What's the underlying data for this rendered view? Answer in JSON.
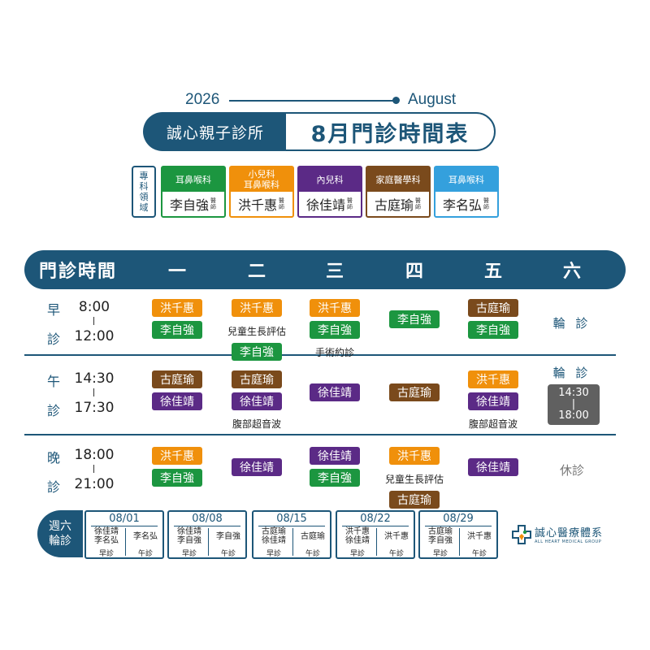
{
  "header": {
    "year": "2026",
    "month_en": "August",
    "clinic": "誠心親子診所",
    "title": "8月門診時間表"
  },
  "specialty": {
    "label_chars": [
      "專",
      "科",
      "領",
      "域"
    ],
    "doctor_tag": "醫師",
    "cards": [
      {
        "dept": [
          "耳鼻喉科"
        ],
        "name": "李自強",
        "color": "#1c9640"
      },
      {
        "dept": [
          "小兒科",
          "耳鼻喉科"
        ],
        "name": "洪千惠",
        "color": "#f0900b"
      },
      {
        "dept": [
          "內兒科"
        ],
        "name": "徐佳靖",
        "color": "#5b2a86"
      },
      {
        "dept": [
          "家庭醫學科"
        ],
        "name": "古庭瑜",
        "color": "#7a4a1c"
      },
      {
        "dept": [
          "耳鼻喉科"
        ],
        "name": "李名弘",
        "color": "#34a0dd"
      }
    ]
  },
  "table": {
    "header_first": "門診時間",
    "days": [
      "一",
      "二",
      "三",
      "四",
      "五",
      "六"
    ],
    "sessions": [
      {
        "chars": [
          "早",
          "診"
        ],
        "start": "8:00",
        "end": "12:00",
        "chips": [
          {
            "day": 0,
            "slot": 0,
            "name": "洪千惠",
            "color": "orange"
          },
          {
            "day": 0,
            "slot": 1,
            "name": "李自強",
            "color": "green"
          },
          {
            "day": 1,
            "slot": 0,
            "name": "洪千惠",
            "color": "orange"
          },
          {
            "day": 1,
            "slot": 2,
            "name": "李自強",
            "color": "green"
          },
          {
            "day": 2,
            "slot": 0,
            "name": "洪千惠",
            "color": "orange"
          },
          {
            "day": 2,
            "slot": 1,
            "name": "李自強",
            "color": "green"
          },
          {
            "day": 3,
            "slot": 0.5,
            "name": "李自強",
            "color": "green"
          },
          {
            "day": 4,
            "slot": 0,
            "name": "古庭瑜",
            "color": "brown"
          },
          {
            "day": 4,
            "slot": 1,
            "name": "李自強",
            "color": "green"
          }
        ],
        "notes": [
          {
            "day": 1,
            "slot": 1,
            "text": "兒童生長評估"
          },
          {
            "day": 2,
            "slot": 2,
            "text": "手術約診"
          }
        ],
        "saturday": "輪 診"
      },
      {
        "chars": [
          "午",
          "診"
        ],
        "start": "14:30",
        "end": "17:30",
        "chips": [
          {
            "day": 0,
            "slot": 0,
            "name": "古庭瑜",
            "color": "brown"
          },
          {
            "day": 0,
            "slot": 1,
            "name": "徐佳靖",
            "color": "purple"
          },
          {
            "day": 1,
            "slot": 0,
            "name": "古庭瑜",
            "color": "brown"
          },
          {
            "day": 1,
            "slot": 1,
            "name": "徐佳靖",
            "color": "purple"
          },
          {
            "day": 2,
            "slot": 0.6,
            "name": "徐佳靖",
            "color": "purple"
          },
          {
            "day": 3,
            "slot": 0.6,
            "name": "古庭瑜",
            "color": "brown"
          },
          {
            "day": 4,
            "slot": 0,
            "name": "洪千惠",
            "color": "orange"
          },
          {
            "day": 4,
            "slot": 1,
            "name": "徐佳靖",
            "color": "purple"
          }
        ],
        "notes": [
          {
            "day": 1,
            "slot": 2,
            "text": "腹部超音波"
          },
          {
            "day": 4,
            "slot": 2,
            "text": "腹部超音波"
          }
        ],
        "saturday": "輪 診",
        "saturday_box": [
          "14:30",
          "|",
          "18:00"
        ]
      },
      {
        "chars": [
          "晚",
          "診"
        ],
        "start": "18:00",
        "end": "21:00",
        "chips": [
          {
            "day": 0,
            "slot": 0,
            "name": "洪千惠",
            "color": "orange"
          },
          {
            "day": 0,
            "slot": 1,
            "name": "李自強",
            "color": "green"
          },
          {
            "day": 1,
            "slot": 0.5,
            "name": "徐佳靖",
            "color": "purple"
          },
          {
            "day": 2,
            "slot": 0,
            "name": "徐佳靖",
            "color": "purple"
          },
          {
            "day": 2,
            "slot": 1,
            "name": "李自強",
            "color": "green"
          },
          {
            "day": 3,
            "slot": 0,
            "name": "洪千惠",
            "color": "orange"
          },
          {
            "day": 3,
            "slot": 2,
            "name": "古庭瑜",
            "color": "brown"
          },
          {
            "day": 4,
            "slot": 0.5,
            "name": "徐佳靖",
            "color": "purple"
          }
        ],
        "notes": [
          {
            "day": 3,
            "slot": 1,
            "text": "兒童生長評估"
          }
        ],
        "saturday_rest": "休診"
      }
    ]
  },
  "saturday_rotation": {
    "label": [
      "週六",
      "輪診"
    ],
    "morning_label": "早診",
    "afternoon_label": "午診",
    "weeks": [
      {
        "date": "08/01",
        "morning": [
          "徐佳靖",
          "李名弘"
        ],
        "afternoon": [
          "李名弘"
        ]
      },
      {
        "date": "08/08",
        "morning": [
          "徐佳靖",
          "李自強"
        ],
        "afternoon": [
          "李自強"
        ]
      },
      {
        "date": "08/15",
        "morning": [
          "古庭瑜",
          "徐佳靖"
        ],
        "afternoon": [
          "古庭瑜"
        ]
      },
      {
        "date": "08/22",
        "morning": [
          "洪千惠",
          "徐佳靖"
        ],
        "afternoon": [
          "洪千惠"
        ]
      },
      {
        "date": "08/29",
        "morning": [
          "古庭瑜",
          "李自強"
        ],
        "afternoon": [
          "洪千惠"
        ]
      }
    ]
  },
  "logo": {
    "name_zh": "誠心醫療體系",
    "name_en": "ALL HEART MEDICAL GROUP"
  },
  "colors": {
    "primary": "#1d5678",
    "orange": "#f0900b",
    "green": "#1c9640",
    "purple": "#5b2a86",
    "brown": "#7a4a1c",
    "sky": "#34a0dd"
  }
}
